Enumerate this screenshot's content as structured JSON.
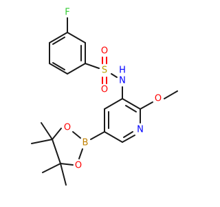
{
  "atoms": {
    "F": {
      "label": "F",
      "color": "#33cc33"
    },
    "S": {
      "label": "S",
      "color": "#b8a000"
    },
    "O1": {
      "label": "O",
      "color": "#ff0000"
    },
    "O2": {
      "label": "O",
      "color": "#ff0000"
    },
    "N_amide": {
      "label": "N",
      "color": "#0000ff"
    },
    "H_amide": {
      "label": "H",
      "color": "#0000ff"
    },
    "O_methoxy": {
      "label": "O",
      "color": "#ff0000"
    },
    "N_pyridine": {
      "label": "N",
      "color": "#0000ff"
    },
    "B": {
      "label": "B",
      "color": "#c08000"
    },
    "O_boronate_1": {
      "label": "O",
      "color": "#ff0000"
    },
    "O_boronate_2": {
      "label": "O",
      "color": "#ff0000"
    }
  }
}
